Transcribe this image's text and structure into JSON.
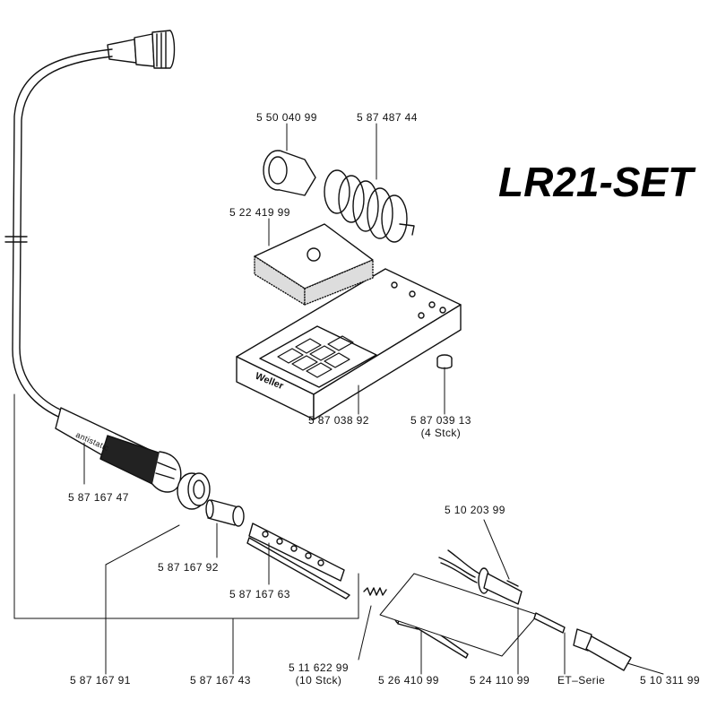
{
  "title": "LR21-SET",
  "labels": {
    "p1": "5 50 040 99",
    "p2": "5 87 487 44",
    "p3": "5 22 419 99",
    "p4": "5 87 038 92",
    "p5": "5 87 039 13",
    "p5_qty": "(4 Stck)",
    "p6": "5 87 167 47",
    "p7": "5 87 167 92",
    "p8": "5 87 167 63",
    "p9": "5 10 203 99",
    "p10": "5 87 167 91",
    "p11": "5 87 167 43",
    "p12": "5 11 622 99",
    "p12_qty": "(10 Stck)",
    "p13": "5 26 410 99",
    "p14": "5 24 110 99",
    "p15": "ET–Serie",
    "p16": "5 10 311 99"
  },
  "markings": {
    "handle_text": "antistatic",
    "stand_logo": "Weller"
  }
}
